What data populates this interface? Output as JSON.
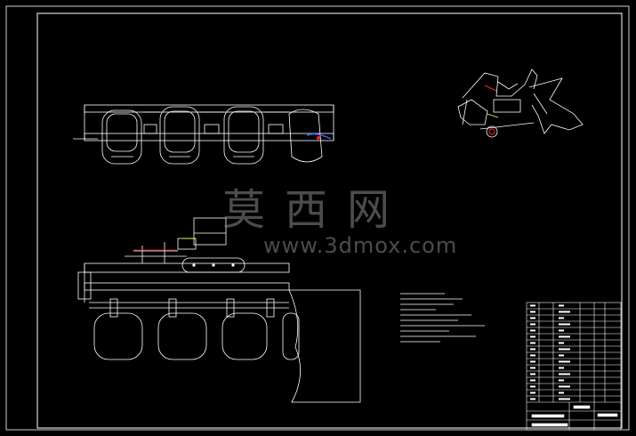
{
  "watermark": {
    "chinese_text": "莫西网",
    "url_text": "www.3dmox.com"
  },
  "colors": {
    "background": "#000000",
    "linework": "#ffffff",
    "accent_red": "#ff2020",
    "accent_blue": "#4060ff",
    "accent_yellow": "#ffff40",
    "watermark": "#8a8a8a"
  },
  "drawing": {
    "views": [
      "top-view-seat-row",
      "side-detail-view",
      "front-elevation-assembly",
      "parts-list-table"
    ],
    "parts_list_rows": 16,
    "title_block_cells": [
      "",
      "",
      "",
      "",
      ""
    ]
  }
}
